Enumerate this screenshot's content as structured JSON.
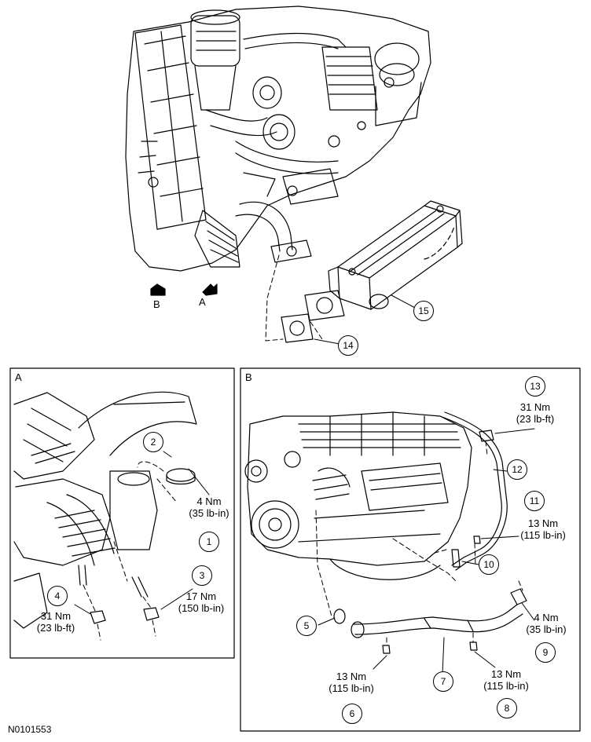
{
  "figure_id": "N0101553",
  "view_arrows": [
    "B",
    "A"
  ],
  "panels": {
    "a": "A",
    "b": "B"
  },
  "callouts": {
    "c1": "1",
    "c2": "2",
    "c3": "3",
    "c4": "4",
    "c5": "5",
    "c6": "6",
    "c7": "7",
    "c8": "8",
    "c9": "9",
    "c10": "10",
    "c11": "11",
    "c12": "12",
    "c13": "13",
    "c14": "14",
    "c15": "15"
  },
  "torques": {
    "t1_nm": "4 Nm",
    "t1_imp": "(35 lb-in)",
    "t3_nm": "17 Nm",
    "t3_imp": "(150 lb-in)",
    "t4_nm": "31 Nm",
    "t4_imp": "(23 lb-ft)",
    "t13_nm": "31 Nm",
    "t13_imp": "(23 lb-ft)",
    "t11_nm": "13 Nm",
    "t11_imp": "(115 lb-in)",
    "t9_nm": "4 Nm",
    "t9_imp": "(35 lb-in)",
    "t6_nm": "13 Nm",
    "t6_imp": "(115 lb-in)",
    "t8_nm": "13 Nm",
    "t8_imp": "(115 lb-in)"
  }
}
